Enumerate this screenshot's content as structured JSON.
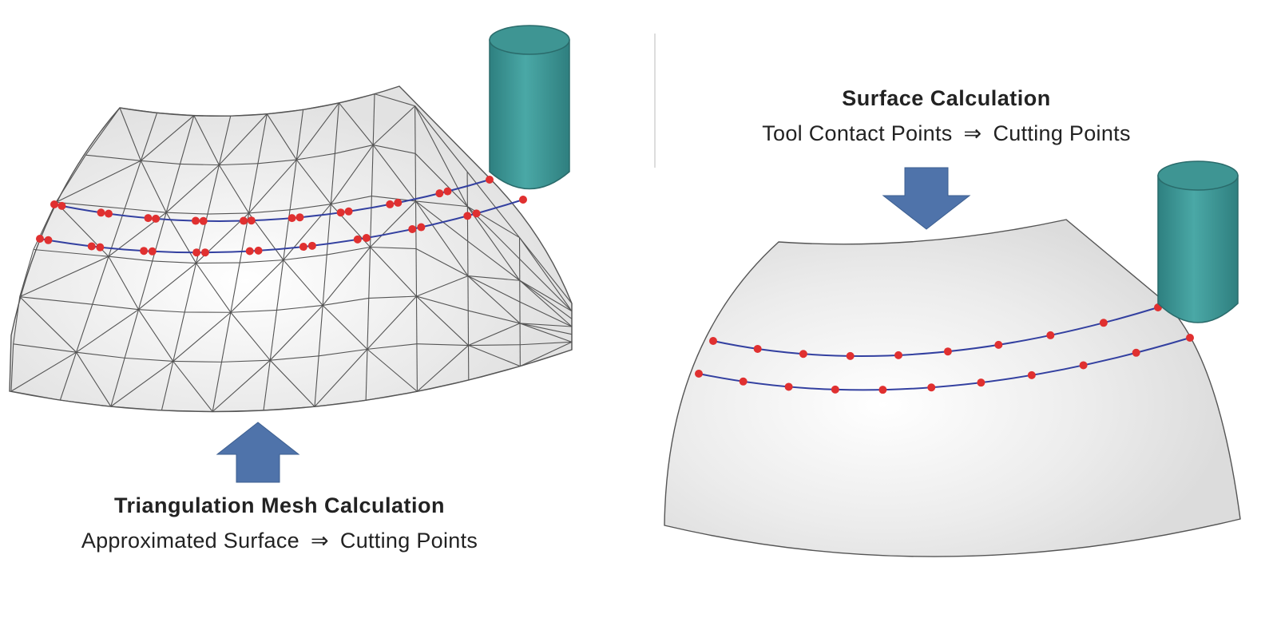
{
  "left_panel": {
    "title": "Triangulation Mesh Calculation",
    "subtitle_from": "Approximated Surface",
    "subtitle_to": "Cutting Points",
    "arrow_symbol": "⇒"
  },
  "right_panel": {
    "title": "Surface Calculation",
    "subtitle_from": "Tool Contact Points",
    "subtitle_to": "Cutting Points",
    "arrow_symbol": "⇒"
  },
  "colors": {
    "mesh_fill": "#e4e4e4",
    "mesh_line": "#444444",
    "tool_body": "#3f9a9a",
    "tool_top": "#2f7d7d",
    "path_line": "#3340a0",
    "cut_point": "#e03030",
    "arrow": "#4f73aa",
    "surface_fill": "#e6e6e6"
  },
  "icons": {
    "tool": "cylindrical-end-mill-icon",
    "arrow_up": "up-arrow-icon",
    "arrow_down": "down-arrow-icon"
  }
}
